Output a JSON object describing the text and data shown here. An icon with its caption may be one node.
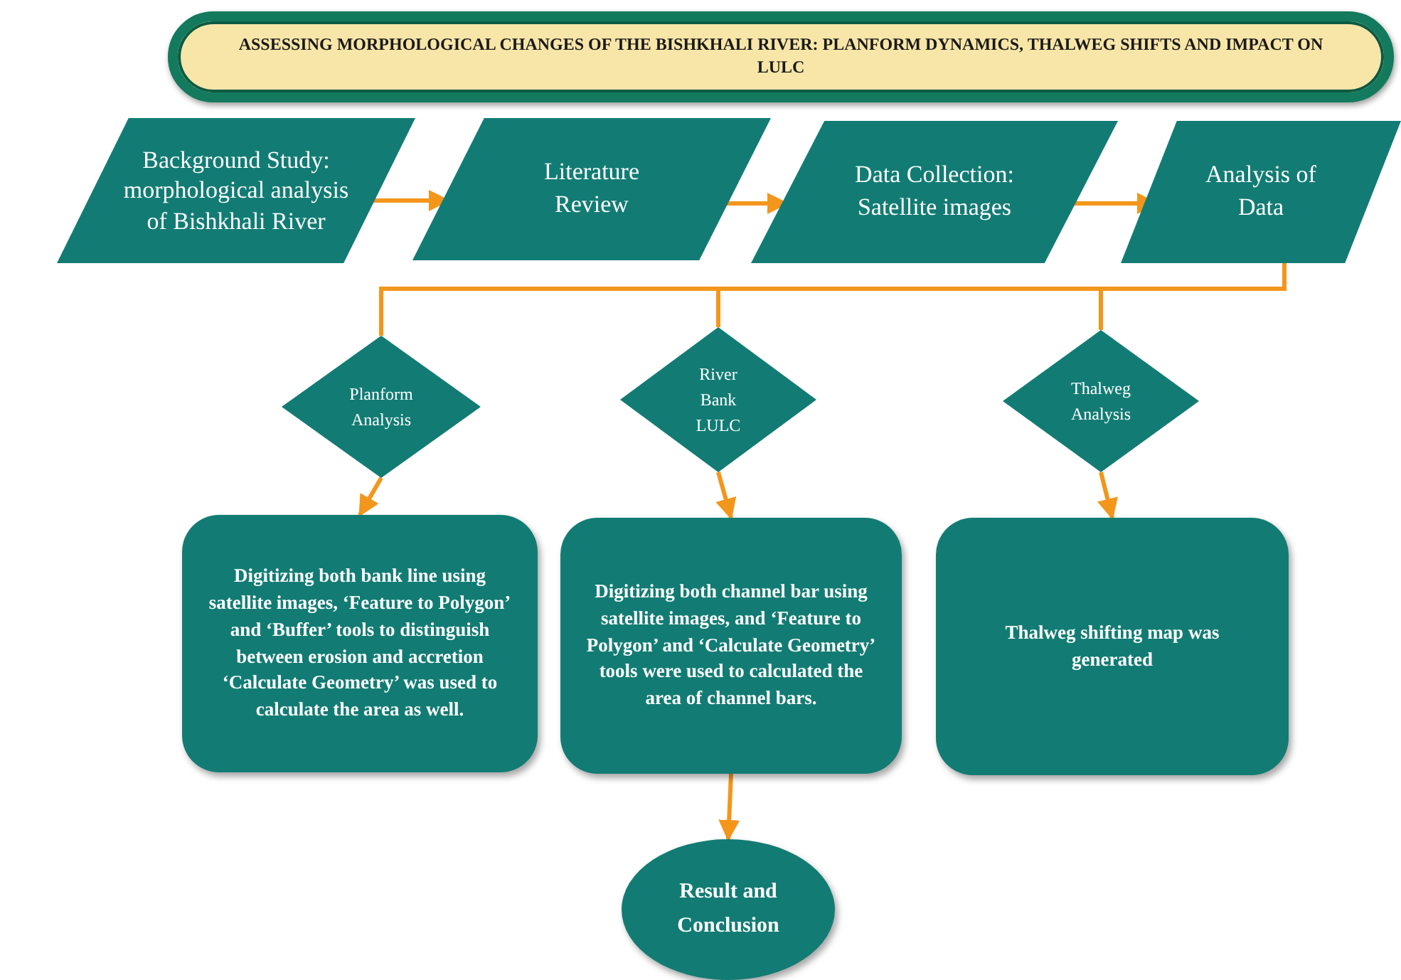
{
  "diagram": {
    "title": "ASSESSING MORPHOLOGICAL CHANGES OF THE BISHKHALI RIVER: PLANFORM DYNAMICS, THALWEG SHIFTS AND IMPACT ON LULC",
    "nodes": [
      {
        "text": [
          "Background Study: morphological analysis of Bishkhali River"
        ]
      },
      {
        "text": [
          "Literature Review"
        ]
      },
      {
        "text": [
          "Data Collection: Satellite images"
        ]
      },
      {
        "text": [
          "Analysis of Data"
        ]
      },
      {
        "text": [
          "Planform Analysis"
        ]
      },
      {
        "text": [
          "River Bank LULC"
        ]
      },
      {
        "text": [
          "Thalweg Analysis"
        ]
      },
      {
        "text": [
          "Digitizing both bank line using satellite images, ‘Feature to Polygon’ and ‘Buffer’ tools to distinguish between erosion and accretion ‘Calculate Geometry’ was used to calculate the area as well."
        ]
      },
      {
        "text": [
          "Digitizing both channel bar using satellite images, and ‘Feature to Polygon’ and ‘Calculate Geometry’ tools were used to calculated the area of channel bars."
        ]
      },
      {
        "text": [
          "Thalweg shifting map was generated"
        ]
      },
      {
        "text": [
          "Result and Conclusion"
        ]
      }
    ],
    "edges": [
      {
        "from": 0,
        "to": 1,
        "arrow": "to"
      },
      {
        "from": 1,
        "to": 2,
        "arrow": "to"
      },
      {
        "from": 2,
        "to": 3,
        "arrow": "to"
      },
      {
        "from": 3,
        "to": 4,
        "arrow": "none"
      },
      {
        "from": 3,
        "to": 5,
        "arrow": "none"
      },
      {
        "from": 3,
        "to": 6,
        "arrow": "none"
      },
      {
        "from": 4,
        "to": 7,
        "arrow": "to"
      },
      {
        "from": 5,
        "to": 8,
        "arrow": "to"
      },
      {
        "from": 6,
        "to": 9,
        "arrow": "to"
      },
      {
        "from": 8,
        "to": 10,
        "arrow": "to"
      }
    ]
  }
}
